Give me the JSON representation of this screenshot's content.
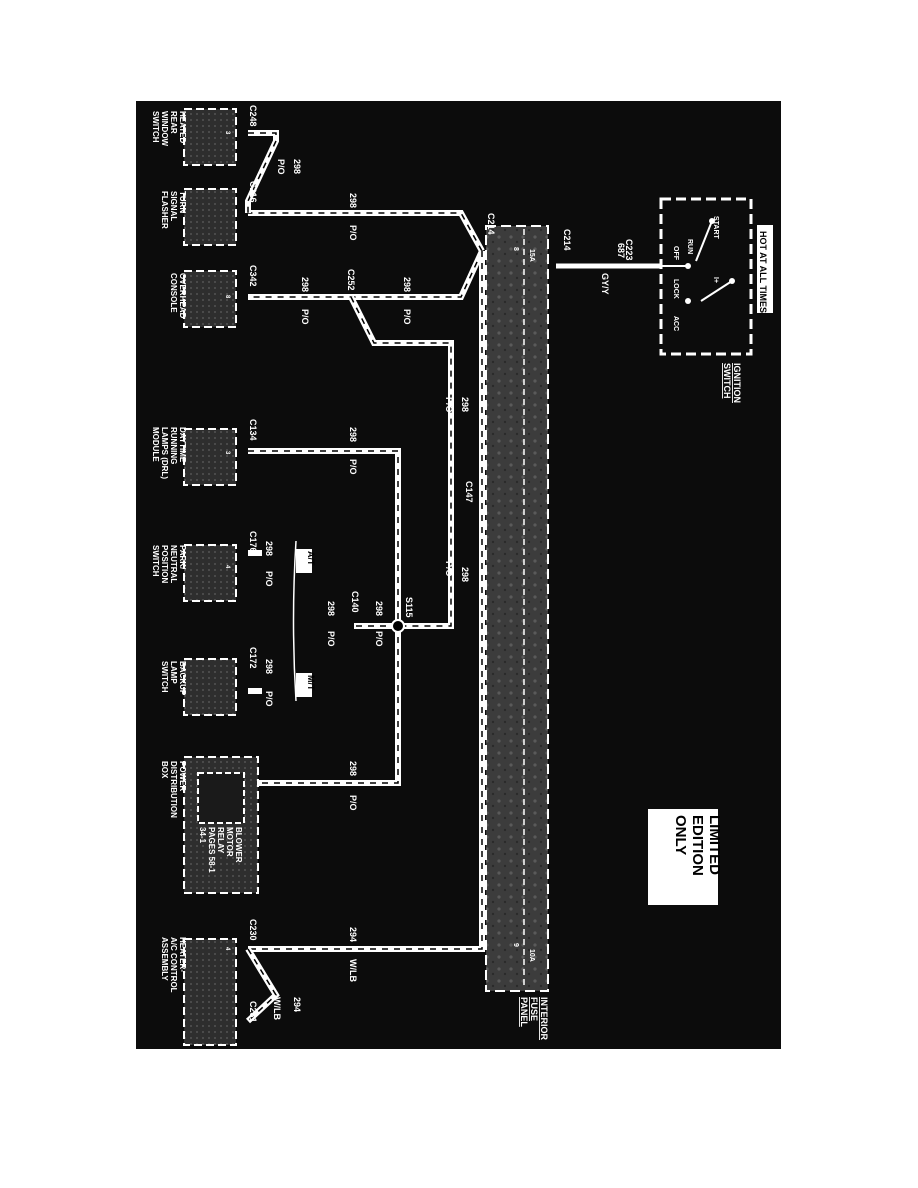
{
  "diagram": {
    "hot_label": "HOT AT ALL TIMES",
    "edition_lines": [
      "LIMITED",
      "EDITION",
      "ONLY"
    ],
    "ignition": {
      "title_lines": [
        "IGNITION",
        "SWITCH"
      ],
      "positions": [
        "START",
        "RUN",
        "OFF",
        "LOCK",
        "ACC",
        "I+"
      ],
      "connector": "C223"
    },
    "fuse_panel": {
      "title_lines": [
        "INTERIOR",
        "FUSE",
        "PANEL"
      ],
      "connector": "C214",
      "fuse_a": {
        "pin": "8",
        "rating": "15A"
      },
      "fuse_b": {
        "pin": "9",
        "rating": "10A"
      }
    },
    "power_wire": {
      "circuit": "687",
      "color": "GY/Y"
    },
    "splice_connectors": {
      "c214": "C214",
      "c252": "C252",
      "c147": "C147",
      "c140": "C140",
      "s115": "S115"
    },
    "circuits": {
      "c298": "298",
      "po": "P/O",
      "c294": "294",
      "wlb": "W/LB"
    },
    "trans_tags": {
      "at": "A/T",
      "mt": "M/T"
    },
    "components": [
      {
        "connector": "C248",
        "pin": "3",
        "name_lines": [
          "HEATED",
          "REAR",
          "WINDOW",
          "SWITCH"
        ]
      },
      {
        "connector": "C216",
        "pin": "",
        "name_lines": [
          "TURN",
          "SIGNAL",
          "FLASHER"
        ]
      },
      {
        "connector": "C342",
        "pin": "8",
        "name_lines": [
          "OVERHEAD",
          "CONSOLE"
        ]
      },
      {
        "connector": "C134",
        "pin": "3",
        "name_lines": [
          "DAYTIME",
          "RUNNING",
          "LAMPS (DRL)",
          "MODULE"
        ]
      },
      {
        "connector": "C176",
        "pin": "4",
        "name_lines": [
          "PARK/",
          "NEUTRAL",
          "POSITION",
          "SWITCH"
        ]
      },
      {
        "connector": "C172",
        "pin": "",
        "name_lines": [
          "BACKUP",
          "LAMP",
          "SWITCH"
        ]
      },
      {
        "connector": "",
        "pin": "",
        "name_lines": [
          "POWER",
          "DISTRIBUTION",
          "BOX"
        ]
      },
      {
        "connector": "C230",
        "pin": "4",
        "name_lines": [
          "HEATER-",
          "A/C CONTROL",
          "ASSEMBLY"
        ]
      }
    ],
    "blower_relay_lines": [
      "BLOWER",
      "MOTOR",
      "RELAY",
      "PAGES 58-1",
      "34-1"
    ],
    "connector_c231": "C231"
  }
}
